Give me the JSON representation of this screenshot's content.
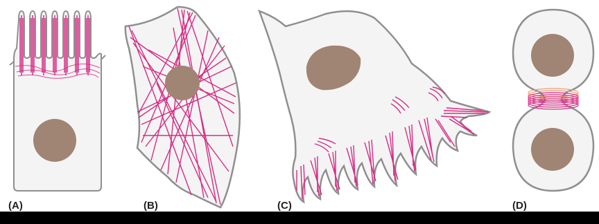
{
  "panels": [
    {
      "label": "(A)"
    },
    {
      "label": "(B)"
    },
    {
      "label": "(C)"
    },
    {
      "label": "(D)"
    }
  ],
  "colors": {
    "cell_fill": "#f4f4f4",
    "cell_outline": "#8f8f8f",
    "nucleus": "#a08474",
    "actin": "#d62b84",
    "contractile_ring": "#e7a17c",
    "background": "#ffffff",
    "bottom_band": "#000000"
  }
}
